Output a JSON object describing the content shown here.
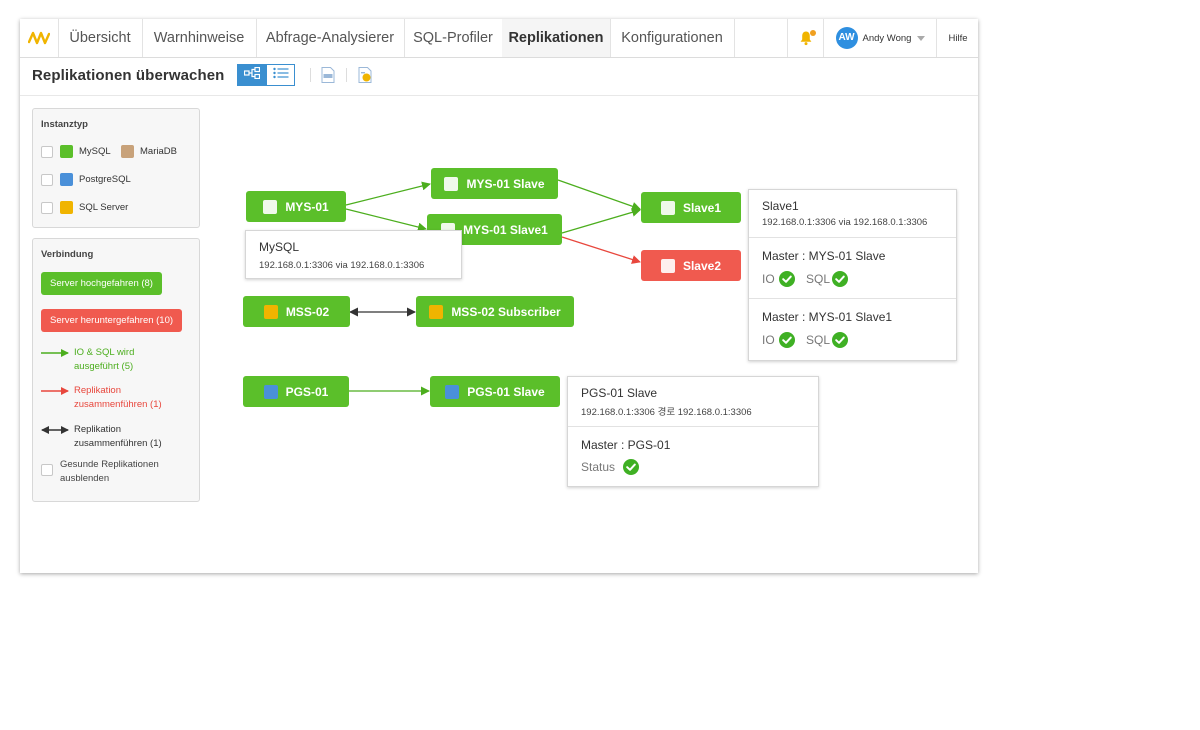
{
  "nav": {
    "tabs": [
      {
        "label": "Übersicht"
      },
      {
        "label": "Warnhinweise"
      },
      {
        "label": "Abfrage-Analysierer"
      },
      {
        "label": "SQL-Profiler"
      },
      {
        "label": "Replikationen"
      },
      {
        "label": "Konfigurationen"
      }
    ],
    "active_tab": "Replikationen",
    "user_initials": "AW",
    "user_name": "Andy Wong",
    "help_label": "Hilfe",
    "icons": [
      "logo-icon",
      "bell-icon"
    ]
  },
  "toolbar": {
    "title": "Replikationen überwachen",
    "icons": [
      "topology-view-icon",
      "list-view-icon",
      "pdf-export-icon",
      "report-icon"
    ]
  },
  "sidebar": {
    "instance_title": "Instanztyp",
    "instance_types": [
      {
        "label": "MySQL",
        "icon": "mysql-icon",
        "color": "#5bbf2a"
      },
      {
        "label": "MariaDB",
        "icon": "mariadb-icon",
        "color": "#c8a27a"
      },
      {
        "label": "PostgreSQL",
        "icon": "postgresql-icon",
        "color": "#4a90d9"
      },
      {
        "label": "SQL Server",
        "icon": "sqlserver-icon",
        "color": "#f0b400"
      }
    ],
    "connection_title": "Verbindung",
    "server_up": "Server hochgefahren (8)",
    "server_down": "Server heruntergefahren (10)",
    "legend": [
      {
        "line1": "IO & SQL wird",
        "line2": "ausgeführt (5)",
        "color": "#4cae1e"
      },
      {
        "line1": "Replikation",
        "line2": "zusammenführen (1)",
        "color": "#e8473d"
      },
      {
        "line1": "Replikation",
        "line2": "zusammenführen (1)",
        "color": "#333333"
      }
    ],
    "hide_healthy_line1": "Gesunde Replikationen",
    "hide_healthy_line2": "ausblenden"
  },
  "colors": {
    "green": "#5bbf2a",
    "red": "#f05a4f",
    "blue": "#3a8fd0"
  },
  "nodes": {
    "mys01": "MYS-01",
    "mys01_slave": "MYS-01 Slave",
    "mys01_slave1": "MYS-01 Slave1",
    "slave1": "Slave1",
    "slave2": "Slave2",
    "mss02": "MSS-02",
    "mss02_subscriber": "MSS-02 Subscriber",
    "pgs01": "PGS-01",
    "pgs01_slave": "PGS-01 Slave"
  },
  "tooltips": {
    "mysql": {
      "title": "MySQL",
      "address": "192.168.0.1:3306 via 192.168.0.1:3306"
    },
    "slave1": {
      "title": "Slave1",
      "address": "192.168.0.1:3306 via 192.168.0.1:3306",
      "master1": "Master : MYS-01 Slave",
      "master2": "Master : MYS-01 Slave1",
      "io": "IO",
      "sql": "SQL"
    },
    "pgs": {
      "title": "PGS-01 Slave",
      "address": "192.168.0.1:3306 경로 192.168.0.1:3306",
      "master": "Master : PGS-01",
      "status": "Status"
    }
  }
}
